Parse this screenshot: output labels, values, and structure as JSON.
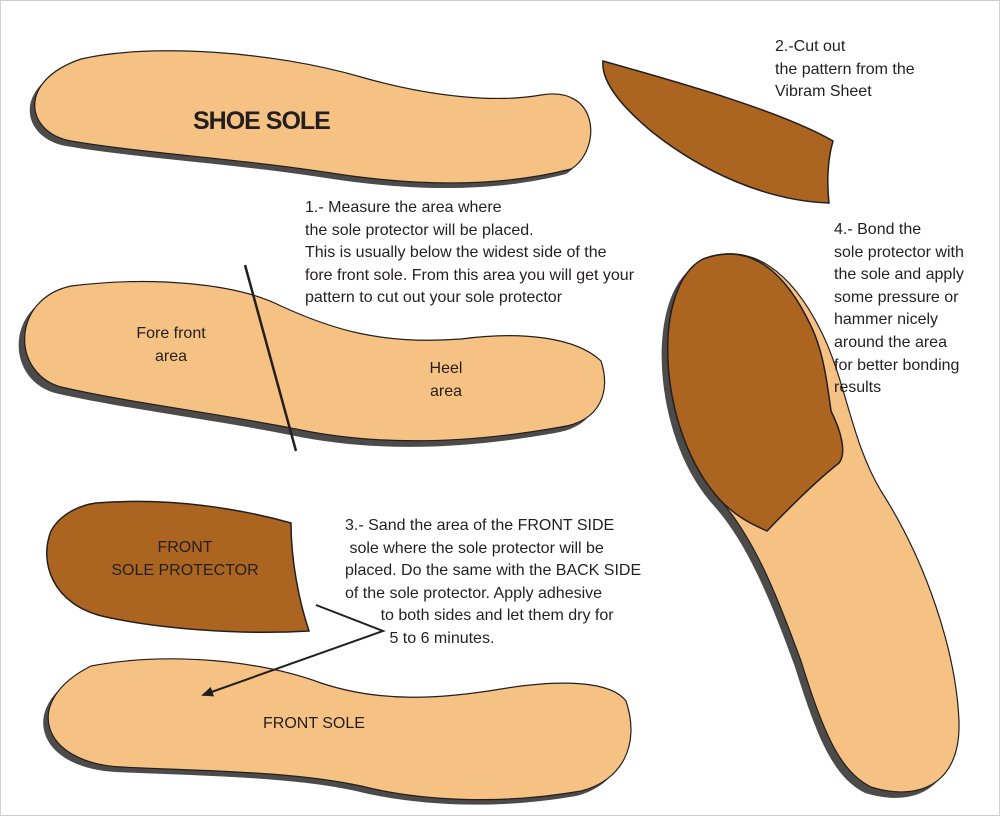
{
  "title": "SHOE SOLE",
  "steps": {
    "step1": "1.- Measure the area where\nthe sole protector will be placed.\nThis is usually below the widest side of the\nfore front sole. From this area you will get your\npattern to cut out your sole protector",
    "step2": "2.-Cut out\nthe pattern from the\nVibram Sheet",
    "step3": "3.- Sand the area of the FRONT SIDE\n sole where the sole protector will be\nplaced. Do the same with the BACK SIDE\nof the sole protector. Apply adhesive\n        to both sides and let them dry for\n          5 to 6 minutes.",
    "step4": "4.- Bond the\nsole protector with\nthe sole and apply\nsome pressure or\nhammer nicely\naround the area\nfor better bonding\nresults"
  },
  "labels": {
    "fore_front_area": "Fore front\narea",
    "heel_area": "Heel\narea",
    "front_sole_protector": "FRONT\nSOLE PROTECTOR",
    "front_sole": "FRONT SOLE"
  },
  "colors": {
    "sole_fill": "#f6c283",
    "sole_shadow": "#4d4a4a",
    "protector_fill": "#ab6520",
    "outline": "#231f20",
    "text": "#231f20"
  }
}
